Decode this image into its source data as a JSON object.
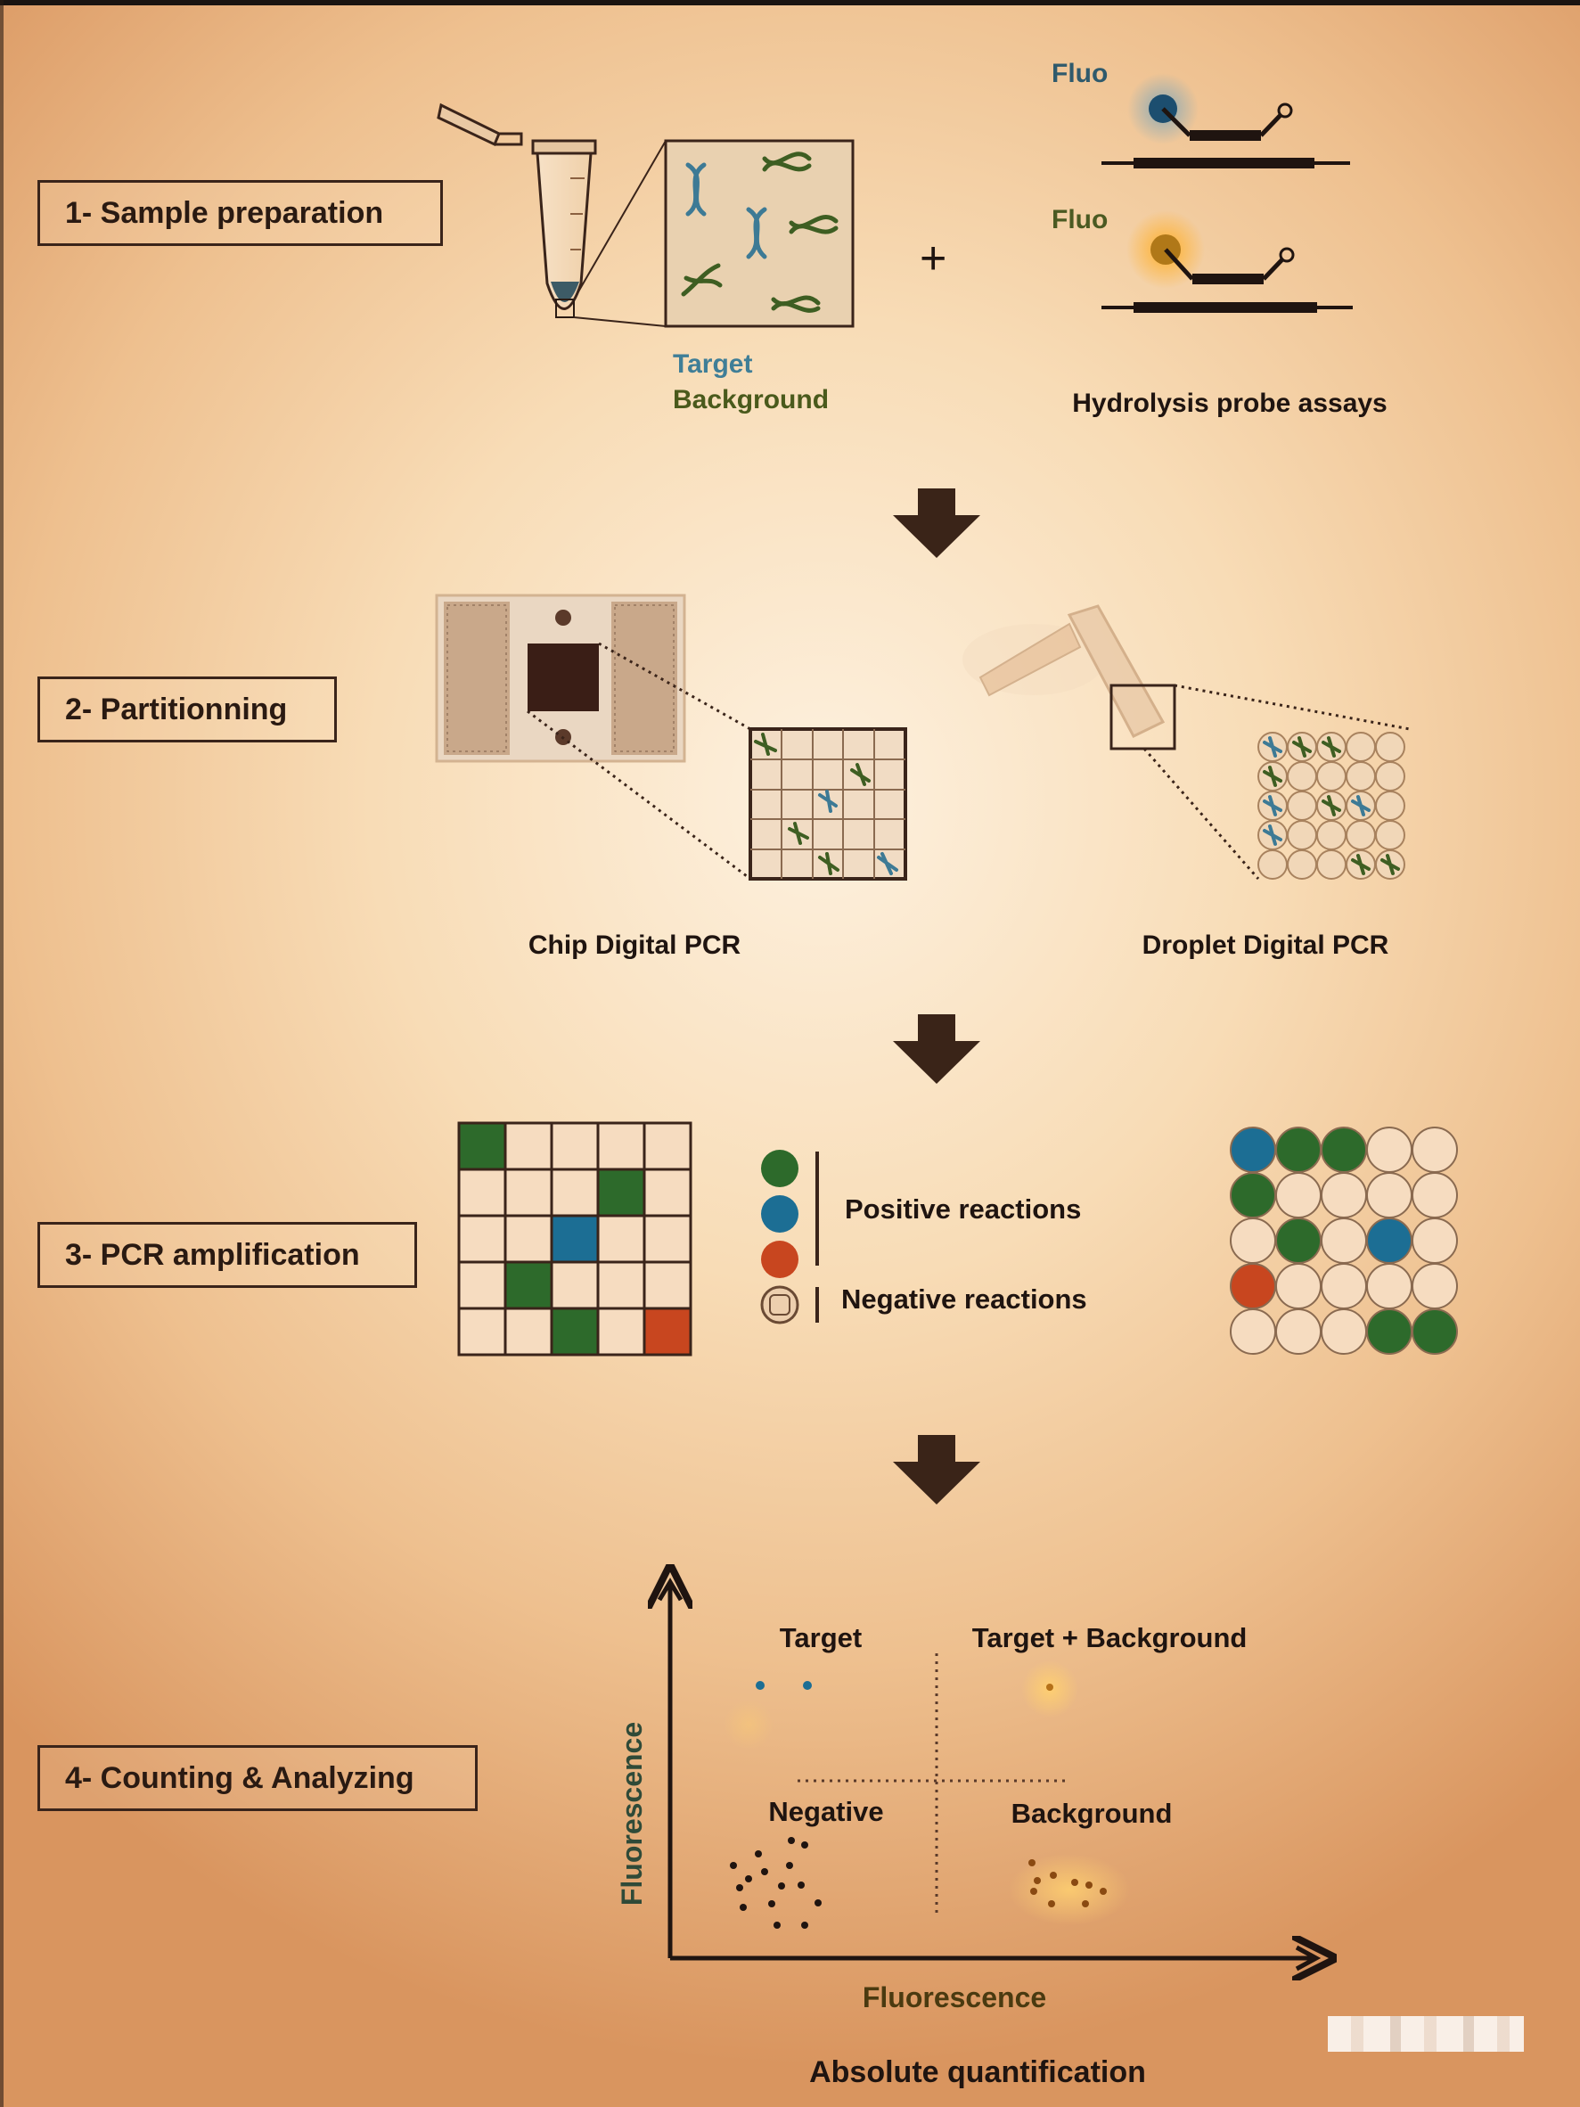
{
  "steps": {
    "step1": "1- Sample preparation",
    "step2": "2- Partitionning",
    "step3": "3- PCR amplification",
    "step4": "4- Counting & Analyzing"
  },
  "sample": {
    "target_label": "Target",
    "background_label": "Background",
    "plus_sign": "+",
    "fluo_label_1": "Fluo",
    "fluo_label_2": "Fluo",
    "assays_label": "Hydrolysis probe assays"
  },
  "partitioning": {
    "chip_label": "Chip Digital PCR",
    "droplet_label": "Droplet Digital PCR"
  },
  "amplification": {
    "positive_label": "Positive reactions",
    "negative_label": "Negative reactions",
    "chip_grid": [
      [
        "G",
        "W",
        "W",
        "W",
        "W"
      ],
      [
        "W",
        "W",
        "W",
        "G",
        "W"
      ],
      [
        "W",
        "W",
        "B",
        "W",
        "W"
      ],
      [
        "W",
        "G",
        "W",
        "W",
        "W"
      ],
      [
        "W",
        "W",
        "G",
        "W",
        "R"
      ]
    ],
    "droplet_grid": [
      [
        "B",
        "G",
        "G",
        "W",
        "W"
      ],
      [
        "G",
        "W",
        "W",
        "W",
        "W"
      ],
      [
        "W",
        "G",
        "W",
        "B",
        "W"
      ],
      [
        "R",
        "W",
        "W",
        "W",
        "W"
      ],
      [
        "W",
        "W",
        "W",
        "G",
        "G"
      ]
    ]
  },
  "analysis": {
    "quadrant_target": "Target",
    "quadrant_target_background": "Target + Background",
    "quadrant_negative": "Negative",
    "quadrant_background": "Background",
    "y_axis_label": "Fluorescence",
    "x_axis_label": "Fluorescence",
    "caption": "Absolute quantification"
  },
  "colors": {
    "green": "#2d6a2b",
    "blue": "#1c6e94",
    "red": "#c8461f",
    "empty_cell": "#f6dcc0",
    "dark": "#3a241a",
    "glow_orange": "#f4a024"
  }
}
